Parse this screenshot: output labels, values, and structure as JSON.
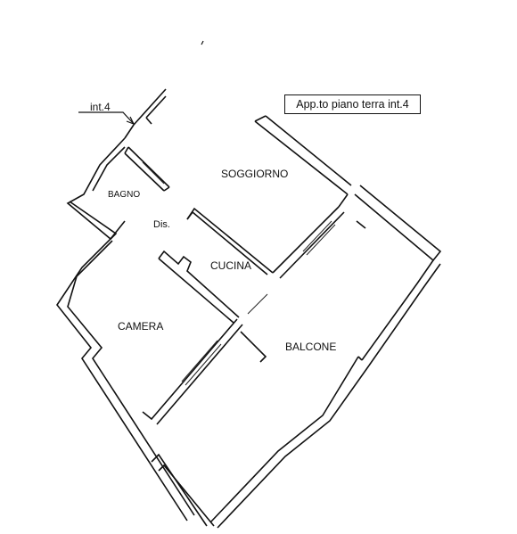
{
  "title": "App.to piano terra int.4",
  "entrance_label": "int.4",
  "rooms": {
    "soggiorno": "SOGGIORNO",
    "bagno": "BAGNO",
    "disimpegno": "Dis.",
    "cucina": "CUCINA",
    "camera": "CAMERA",
    "balcone": "BALCONE"
  }
}
